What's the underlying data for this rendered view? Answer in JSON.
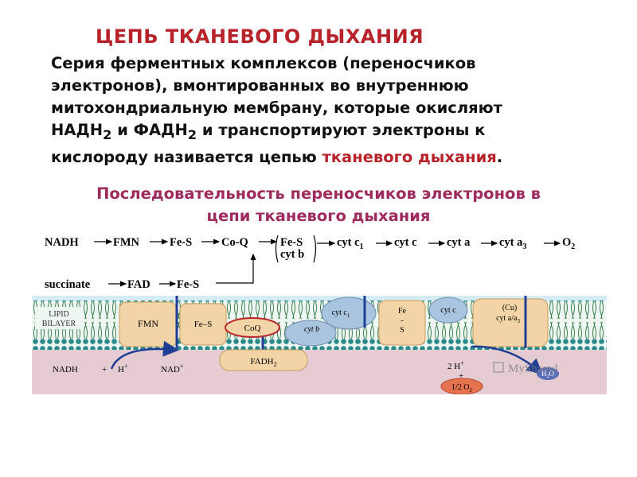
{
  "title": "ЦЕПЬ ТКАНЕВОГО ДЫХАНИЯ",
  "description": {
    "lines": [
      "Серия ферментных комплексов (переносчиков",
      "электронов), вмонтированных во внутреннюю",
      "митохондриальную мембрану, которые окисляют"
    ],
    "line4_a": "НАДН",
    "line4_sub1": "2",
    "line4_b": " и ФАДН",
    "line4_sub2": "2",
    "line4_c": " и транспортируют электроны к",
    "line5_a": "кислороду називается цепью ",
    "line5_highlight": "тканевого дыхания",
    "line5_end": "."
  },
  "subtitle": {
    "line1": "Последовательность переносчиков электронов в",
    "line2": "цепи тканевого дыхания"
  },
  "chain": {
    "nadh": "NADH",
    "fmn": "FMN",
    "fes1": "Fe-S",
    "coq": "Co-Q",
    "fes2": "Fe-S",
    "cytb": "cyt b",
    "cytc1": "cyt c",
    "cytc1_sub": "1",
    "cytc": "cyt c",
    "cyta": "cyt a",
    "cyta3": "cyt a",
    "cyta3_sub": "3",
    "o2": "O",
    "o2_sub": "2",
    "succinate": "succinate",
    "fad": "FAD",
    "fes3": "Fe-S"
  },
  "membrane": {
    "lipid_label_1": "LIPID",
    "lipid_label_2": "BILAYER",
    "fmn": "FMN",
    "fes_a": "Fe–S",
    "coq": "CoQ",
    "cytb": "cyt b",
    "cytc1": "cyt c",
    "cytc1_sub": "1",
    "fes_b_1": "Fe",
    "fes_b_2": "-",
    "fes_b_3": "S",
    "cytc": "cyt c",
    "cu": "(Cu)",
    "cytaa3": "cyt a/a",
    "cytaa3_sub": "3",
    "fadh2": "FADH",
    "fadh2_sub": "2",
    "nadh": "NADH",
    "plus1": "+",
    "h": "H",
    "h_sup": "+",
    "nad": "NAD",
    "nad_sup": "+",
    "two_h": "2 H",
    "two_h_sup": "+",
    "plus2": "+",
    "half_o2": "1/2 O",
    "half_o2_sub": "2",
    "h2o": "H",
    "h2o_sub": "2",
    "h2o_end": "O",
    "watermark": "MyShared"
  },
  "colors": {
    "title": "#b8232b",
    "highlight": "#b8232b",
    "subtitle": "#9e2a5e",
    "matrix": "#e4ccd2",
    "intermembrane": "#d6ecf4",
    "protein": "#f3d4a6",
    "cytochrome": "#a9c4de",
    "arrow_blue": "#1f3e94"
  }
}
